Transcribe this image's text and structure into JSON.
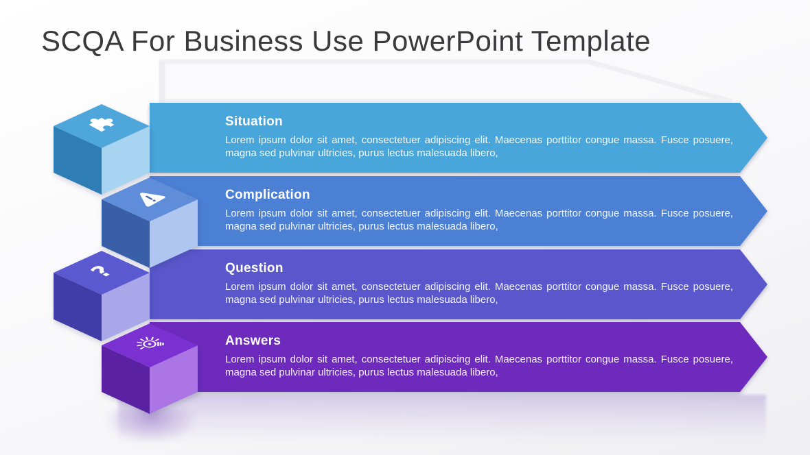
{
  "title": "SCQA For Business Use PowerPoint Template",
  "items": [
    {
      "heading": "Situation",
      "body": "Lorem ipsum dolor sit amet, consectetuer adipiscing elit. Maecenas porttitor congue massa. Fusce posuere, magna sed pulvinar ultricies, purus lectus malesuada libero,",
      "icon": "puzzle-icon",
      "colors": {
        "banner": "#48A6DB",
        "cube_top": "#4FA6DA",
        "cube_left": "#2E7DB4",
        "cube_right": "#A6D4F1"
      }
    },
    {
      "heading": "Complication",
      "body": "Lorem ipsum dolor sit amet, consectetuer adipiscing elit. Maecenas porttitor congue massa. Fusce posuere, magna sed pulvinar ultricies, purus lectus malesuada libero,",
      "icon": "warning-icon",
      "colors": {
        "banner": "#4C80D4",
        "cube_top": "#5F8DDA",
        "cube_left": "#3A5FA9",
        "cube_right": "#AFC7F0"
      }
    },
    {
      "heading": "Question",
      "body": "Lorem ipsum dolor sit amet, consectetuer adipiscing elit. Maecenas porttitor congue massa. Fusce posuere, magna sed pulvinar ultricies, purus lectus malesuada libero,",
      "icon": "question-mark-icon",
      "glyph": "?",
      "colors": {
        "banner": "#5957CB",
        "cube_top": "#5B59CF",
        "cube_left": "#403EA6",
        "cube_right": "#A9A7E9"
      }
    },
    {
      "heading": "Answers",
      "body": "Lorem ipsum dolor sit amet, consectetuer adipiscing elit. Maecenas porttitor congue massa. Fusce posuere, magna sed pulvinar ultricies, purus lectus malesuada libero,",
      "icon": "lightbulb-icon",
      "colors": {
        "banner": "#6D2ABD",
        "cube_top": "#7B30D2",
        "cube_left": "#5A21A3",
        "cube_right": "#AB75E5"
      }
    }
  ],
  "warning_exclamation_color": "#3F66AB"
}
